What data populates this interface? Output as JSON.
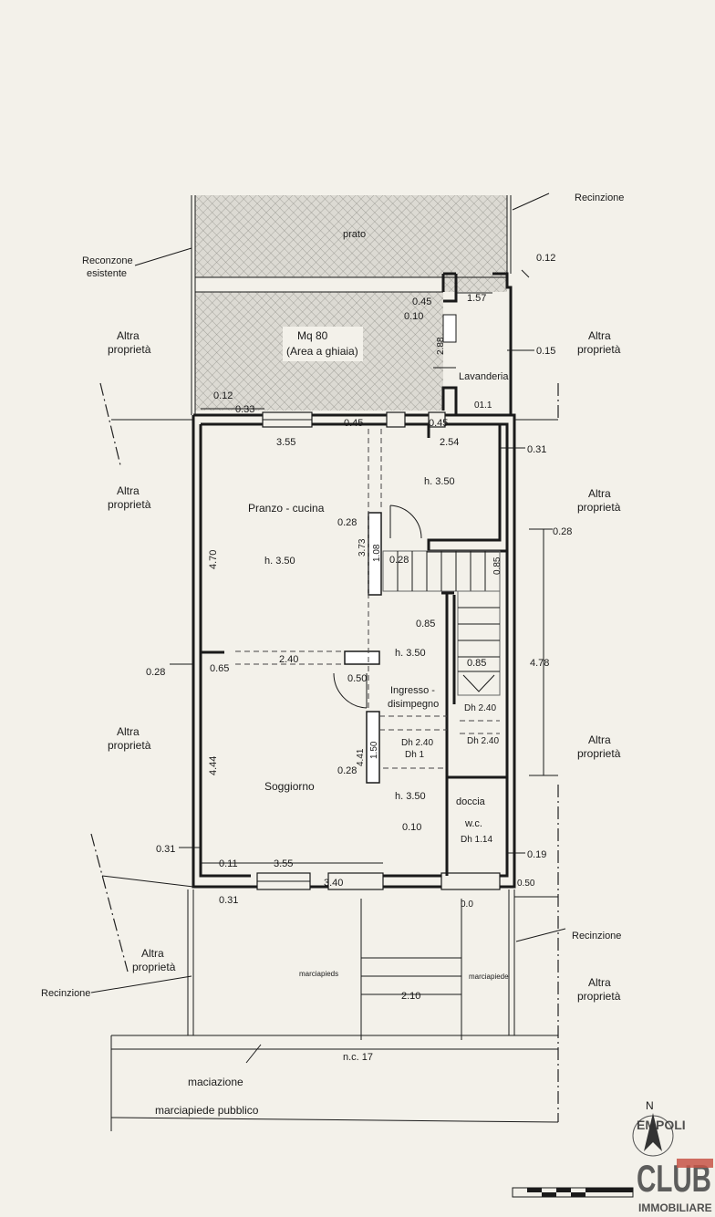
{
  "outside": {
    "recinzione_label": "Recinzione",
    "reconzone_line1": "Reconzone",
    "reconzone_line2": "esistente",
    "altra_line1": "Altra",
    "altra_line2": "proprietà",
    "prato": "prato",
    "ghiaia_line1": "Mq 80",
    "ghiaia_line2": "(Area a ghiaia)",
    "marciapiede_a": "marciapieds",
    "marciapiede_b": "marciapiede",
    "maciazione": "maciazione",
    "marciapiede_pubblico": "marciapiede pubblico",
    "civic_number": "n.c. 17"
  },
  "rooms": {
    "lavanderia": "Lavanderia",
    "lavanderia_code": "01.1",
    "pranzo_cucina": "Pranzo - cucina",
    "soggiorno": "Soggiorno",
    "ingresso_line1": "Ingresso -",
    "ingresso_line2": "disimpegno",
    "doccia": "doccia",
    "wc": "w.c.",
    "h350": "h. 3.50"
  },
  "dimensions": {
    "d012": "0.12",
    "d045": "0.45",
    "d010": "0.10",
    "d157": "1.57",
    "d015": "0.15",
    "d288": "2.88",
    "d033": "0.33",
    "d355": "3.55",
    "d254": "2.54",
    "d031": "0.31",
    "d470": "4.70",
    "d028": "0.28",
    "d373": "3.73",
    "d108": "1.08",
    "d085": "0.85",
    "d240": "2.40",
    "d065": "0.65",
    "d050": "0.50",
    "d478": "4.78",
    "dh240": "Dh 2.40",
    "dh240b": "Dh 2.40",
    "dh240c": "Dh 2.40",
    "dh1": "Dh 1",
    "dh114": "Dh 1.14",
    "d444": "4.44",
    "d441": "4.41",
    "d150": "1.50",
    "d019": "0.19",
    "d011": "0.11",
    "d340": "3.40",
    "d210": "2.10",
    "d00": "0.0",
    "d050b": "0.50"
  },
  "brand": {
    "north": "N",
    "name_top": "EMPOLI",
    "name_letters": "CLUB",
    "name_bottom": "IMMOBILIARE"
  }
}
